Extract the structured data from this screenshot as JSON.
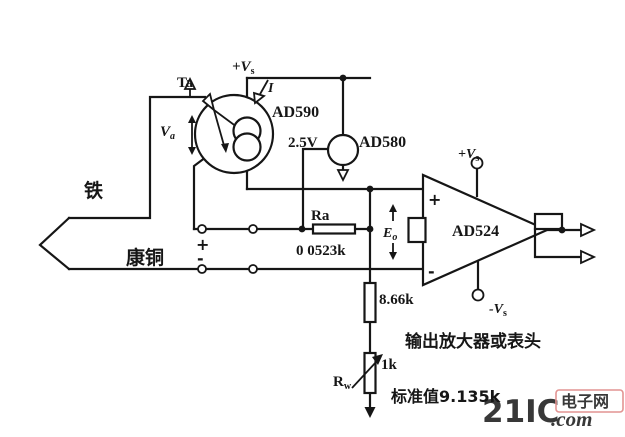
{
  "schematic": {
    "power": {
      "vs_top": {
        "main": "+V",
        "sub": "s"
      },
      "vs_amp_plus": {
        "main": "+V",
        "sub": "s"
      },
      "vs_amp_minus": {
        "main": "-V",
        "sub": "s"
      }
    },
    "thermocouple": {
      "iron": "铁",
      "constantan": "康铜",
      "plus": "+",
      "minus": "-"
    },
    "sensor": {
      "name": "AD590",
      "ta": "Ta",
      "va": {
        "main": "V",
        "sub": "a"
      },
      "current": "I"
    },
    "reference": {
      "name": "AD580",
      "voltage": "2.5V"
    },
    "amplifier": {
      "name": "AD524",
      "plus": "+",
      "minus": "-",
      "eo": {
        "main": "E",
        "sub": "o"
      }
    },
    "resistors": {
      "ra_label": "Ra",
      "ra_value": "0 0523k",
      "r_offset_value": "8.66k",
      "pot_value": "1k",
      "pot_label": {
        "main": "R",
        "sub": "w"
      }
    },
    "notes": {
      "output": "输出放大器或表头",
      "standard": "标准值9.135k"
    }
  },
  "watermark": {
    "brand": "21IC",
    "suffix": ".com",
    "site": "电子网",
    "color": "#dd8280"
  }
}
